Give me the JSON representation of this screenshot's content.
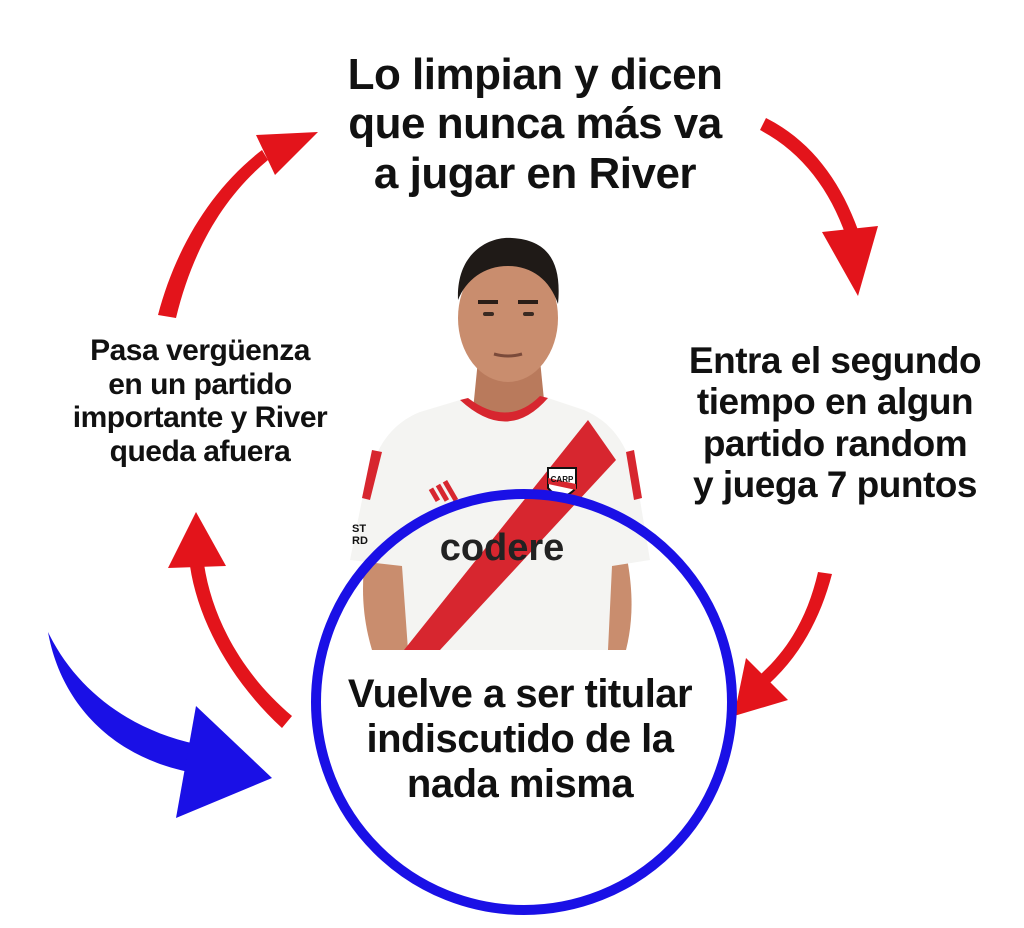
{
  "cycle": {
    "steps": [
      {
        "id": "top",
        "text": "Lo limpian y dicen\nque nunca más va\na jugar en River"
      },
      {
        "id": "right",
        "text": "Entra el segundo\ntiempo en algun\npartido random\ny juega 7 puntos"
      },
      {
        "id": "center",
        "text": "Vuelve a ser titular\nindiscutido de la\nnada misma"
      },
      {
        "id": "left",
        "text": "Pasa vergüenza\nen un partido\nimportante y River\nqueda afuera"
      }
    ]
  },
  "player": {
    "jersey_sponsor": "codere",
    "crest_text": "CARP",
    "sleeve_text": "ST\nRD"
  },
  "colors": {
    "arrow_red": "#e3141b",
    "highlight_blue": "#1a10e6",
    "jersey_stripe": "#d7262f",
    "jersey_white": "#f4f4f2",
    "text": "#111111"
  },
  "icons": {
    "cycle_arrows": "curved-arrow-icon",
    "highlight_arrow": "swoosh-arrow-icon"
  }
}
